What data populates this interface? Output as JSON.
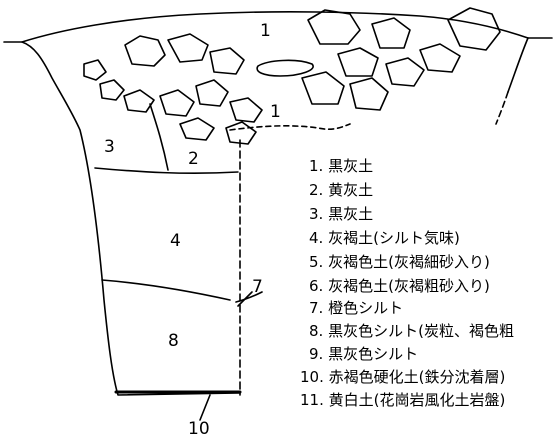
{
  "figure": {
    "layer_numbers": [
      "1",
      "1",
      "2",
      "3",
      "4",
      "7",
      "8",
      "10"
    ]
  },
  "legend": {
    "items": [
      {
        "no": "1.",
        "text": "黒灰土"
      },
      {
        "no": "2.",
        "text": "黄灰土"
      },
      {
        "no": "3.",
        "text": "黒灰土"
      },
      {
        "no": "4.",
        "text": "灰褐土(シルト気味)"
      },
      {
        "no": "5.",
        "text": "灰褐色土(灰褐細砂入り)"
      },
      {
        "no": "6.",
        "text": "灰褐色土(灰褐粗砂入り)"
      },
      {
        "no": "7.",
        "text": "橙色シルト"
      },
      {
        "no": "8.",
        "text": "黒灰色シルト(炭粒、褐色粗"
      },
      {
        "no": "9.",
        "text": "黒灰色シルト"
      },
      {
        "no": "10.",
        "text": "赤褐色硬化土(鉄分沈着層)"
      },
      {
        "no": "11.",
        "text": "黄白土(花崗岩風化土岩盤)"
      }
    ]
  }
}
